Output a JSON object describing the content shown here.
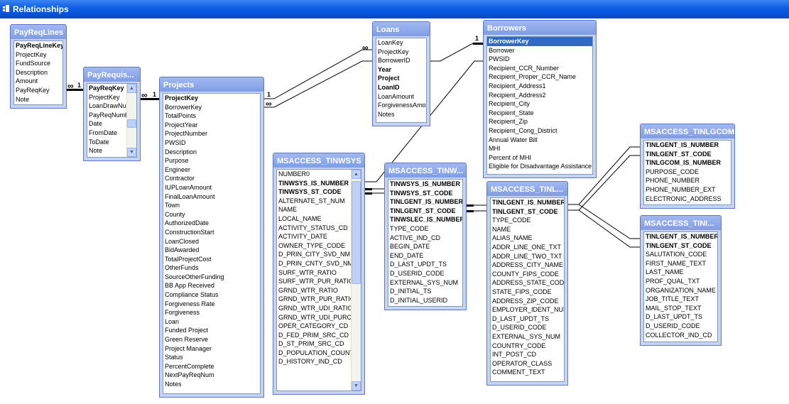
{
  "window": {
    "title": "Relationships"
  },
  "cardinality": {
    "one": "1",
    "many": "∞"
  },
  "tables": {
    "payreqlines": {
      "title": "PayReqLines",
      "fields": [
        {
          "name": "PayReqLineKey",
          "key": true
        },
        {
          "name": "ProjectKey"
        },
        {
          "name": "FundSource"
        },
        {
          "name": "Description"
        },
        {
          "name": "Amount"
        },
        {
          "name": "PayReqKey"
        },
        {
          "name": "Note"
        }
      ]
    },
    "payreqs": {
      "title": "PayRequis...",
      "fields": [
        {
          "name": "PayReqKey",
          "key": true
        },
        {
          "name": "ProjectKey"
        },
        {
          "name": "LoanDrawNum"
        },
        {
          "name": "PayReqNumbe"
        },
        {
          "name": "Date"
        },
        {
          "name": "FromDate"
        },
        {
          "name": "ToDate"
        },
        {
          "name": "Note"
        }
      ]
    },
    "projects": {
      "title": "Projects",
      "fields": [
        {
          "name": "ProjectKey",
          "key": true
        },
        {
          "name": "BorrowerKey"
        },
        {
          "name": "TotalPoints"
        },
        {
          "name": "ProjectYear"
        },
        {
          "name": "ProjectNumber"
        },
        {
          "name": "PWSID"
        },
        {
          "name": "Description"
        },
        {
          "name": "Purpose"
        },
        {
          "name": "Engineer"
        },
        {
          "name": "Contractor"
        },
        {
          "name": "IUPLoanAmount"
        },
        {
          "name": "FinalLoanAmount"
        },
        {
          "name": "Town"
        },
        {
          "name": "County"
        },
        {
          "name": "AuthorizedDate"
        },
        {
          "name": "ConstructionStart"
        },
        {
          "name": "LoanClosed"
        },
        {
          "name": "BidAwarded"
        },
        {
          "name": "TotalProjectCost"
        },
        {
          "name": "OtherFunds"
        },
        {
          "name": "SourceOtherFunding"
        },
        {
          "name": "BB App Received"
        },
        {
          "name": "Compliance Status"
        },
        {
          "name": "Forgiveness Rate"
        },
        {
          "name": "Forgiveness"
        },
        {
          "name": "Loan"
        },
        {
          "name": "Funded Project"
        },
        {
          "name": "Green Reserve"
        },
        {
          "name": "Project Manager"
        },
        {
          "name": "Status"
        },
        {
          "name": "PercentComplete"
        },
        {
          "name": "NextPayReqNum"
        },
        {
          "name": "Notes"
        }
      ]
    },
    "loans": {
      "title": "Loans",
      "fields": [
        {
          "name": "LoanKey"
        },
        {
          "name": "ProjectKey"
        },
        {
          "name": "BorrowerID"
        },
        {
          "name": "Year",
          "key": true
        },
        {
          "name": "Project",
          "key": true
        },
        {
          "name": "LoanID",
          "key": true
        },
        {
          "name": "LoanAmount"
        },
        {
          "name": "ForgivenessAmou"
        },
        {
          "name": "Notes"
        }
      ]
    },
    "borrowers": {
      "title": "Borrowers",
      "fields": [
        {
          "name": "BorrowerKey",
          "key": true,
          "selected": true
        },
        {
          "name": "Borrower"
        },
        {
          "name": "PWSID"
        },
        {
          "name": "Recipient_CCR_Number"
        },
        {
          "name": "Recipient_Proper_CCR_Name"
        },
        {
          "name": "Recipient_Address1"
        },
        {
          "name": "Recipient_Address2"
        },
        {
          "name": "Recipient_City"
        },
        {
          "name": "Recipient_State"
        },
        {
          "name": "Recipient_Zip"
        },
        {
          "name": "Recipient_Cong_District"
        },
        {
          "name": "Annual Water Bill"
        },
        {
          "name": "MHI"
        },
        {
          "name": "Percent of MHI"
        },
        {
          "name": "Eligible for Disadvantage Assistance"
        }
      ]
    },
    "tinwsys": {
      "title": "MSACCESS_TINWSYS",
      "fields": [
        {
          "name": "NUMBER0"
        },
        {
          "name": "TINWSYS_IS_NUMBER",
          "key": true
        },
        {
          "name": "TINWSYS_ST_CODE",
          "key": true
        },
        {
          "name": "ALTERNATE_ST_NUM"
        },
        {
          "name": "NAME"
        },
        {
          "name": "LOCAL_NAME"
        },
        {
          "name": "ACTIVITY_STATUS_CD"
        },
        {
          "name": "ACTIVITY_DATE"
        },
        {
          "name": "OWNER_TYPE_CODE"
        },
        {
          "name": "D_PRIN_CITY_SVD_NM"
        },
        {
          "name": "D_PRIN_CNTY_SVD_NM"
        },
        {
          "name": "SURF_WTR_RATIO"
        },
        {
          "name": "SURF_WTR_PUR_RATIO"
        },
        {
          "name": "GRND_WTR_RATIO"
        },
        {
          "name": "GRND_WTR_PUR_RATIO"
        },
        {
          "name": "GRND_WTR_UDI_RATIO"
        },
        {
          "name": "GRND_WTR_UDI_PURCH"
        },
        {
          "name": "OPER_CATEGORY_CD"
        },
        {
          "name": "D_FED_PRIM_SRC_CD"
        },
        {
          "name": "D_ST_PRIM_SRC_CD"
        },
        {
          "name": "D_POPULATION_COUNT"
        },
        {
          "name": "D_HISTORY_IND_CD"
        }
      ]
    },
    "tinw": {
      "title": "MSACCESS_TINW...",
      "fields": [
        {
          "name": "TINWSYS_IS_NUMBER",
          "key": true
        },
        {
          "name": "TINWSYS_ST_CODE",
          "key": true
        },
        {
          "name": "TINLGENT_IS_NUMBER",
          "key": true
        },
        {
          "name": "TINLGENT_ST_CODE",
          "key": true
        },
        {
          "name": "TINWSLEC_IS_NUMBER",
          "key": true
        },
        {
          "name": "TYPE_CODE"
        },
        {
          "name": "ACTIVE_IND_CD"
        },
        {
          "name": "BEGIN_DATE"
        },
        {
          "name": "END_DATE"
        },
        {
          "name": "D_LAST_UPDT_TS"
        },
        {
          "name": "D_USERID_CODE"
        },
        {
          "name": "EXTERNAL_SYS_NUM"
        },
        {
          "name": "D_INITIAL_TS"
        },
        {
          "name": "D_INITIAL_USERID"
        }
      ]
    },
    "tinl": {
      "title": "MSACCESS_TINL...",
      "fields": [
        {
          "name": "TINLGENT_IS_NUMBER",
          "key": true
        },
        {
          "name": "TINLGENT_ST_CODE",
          "key": true
        },
        {
          "name": "TYPE_CODE"
        },
        {
          "name": "NAME"
        },
        {
          "name": "ALIAS_NAME"
        },
        {
          "name": "ADDR_LINE_ONE_TXT"
        },
        {
          "name": "ADDR_LINE_TWO_TXT"
        },
        {
          "name": "ADDRESS_CITY_NAME"
        },
        {
          "name": "COUNTY_FIPS_CODE"
        },
        {
          "name": "ADDRESS_STATE_CODE"
        },
        {
          "name": "STATE_FIPS_CODE"
        },
        {
          "name": "ADDRESS_ZIP_CODE"
        },
        {
          "name": "EMPLOYER_IDENT_NUM"
        },
        {
          "name": "D_LAST_UPDT_TS"
        },
        {
          "name": "D_USERID_CODE"
        },
        {
          "name": "EXTERNAL_SYS_NUM"
        },
        {
          "name": "COUNTRY_CODE"
        },
        {
          "name": "INT_POST_CD"
        },
        {
          "name": "OPERATOR_CLASS"
        },
        {
          "name": "COMMENT_TEXT"
        }
      ]
    },
    "tinlgcom": {
      "title": "MSACCESS_TINLGCOM",
      "fields": [
        {
          "name": "TINLGENT_IS_NUMBER",
          "key": true
        },
        {
          "name": "TINLGENT_ST_CODE",
          "key": true
        },
        {
          "name": "TINLGCOM_IS_NUMBER",
          "key": true
        },
        {
          "name": "PURPOSE_CODE"
        },
        {
          "name": "PHONE_NUMBER"
        },
        {
          "name": "PHONE_NUMBER_EXT"
        },
        {
          "name": "ELECTRONIC_ADDRESS"
        }
      ]
    },
    "tini": {
      "title": "MSACCESS_TINI...",
      "fields": [
        {
          "name": "TINLGENT_IS_NUMBER",
          "key": true
        },
        {
          "name": "TINLGENT_ST_CODE",
          "key": true
        },
        {
          "name": "SALUTATION_CODE"
        },
        {
          "name": "FIRST_NAME_TEXT"
        },
        {
          "name": "LAST_NAME"
        },
        {
          "name": "PROF_QUAL_TXT"
        },
        {
          "name": "ORGANIZATION_NAME"
        },
        {
          "name": "JOB_TITLE_TEXT"
        },
        {
          "name": "MAIL_STOP_TEXT"
        },
        {
          "name": "D_LAST_UPDT_TS"
        },
        {
          "name": "D_USERID_CODE"
        },
        {
          "name": "COLLECTOR_IND_CD"
        }
      ]
    }
  }
}
